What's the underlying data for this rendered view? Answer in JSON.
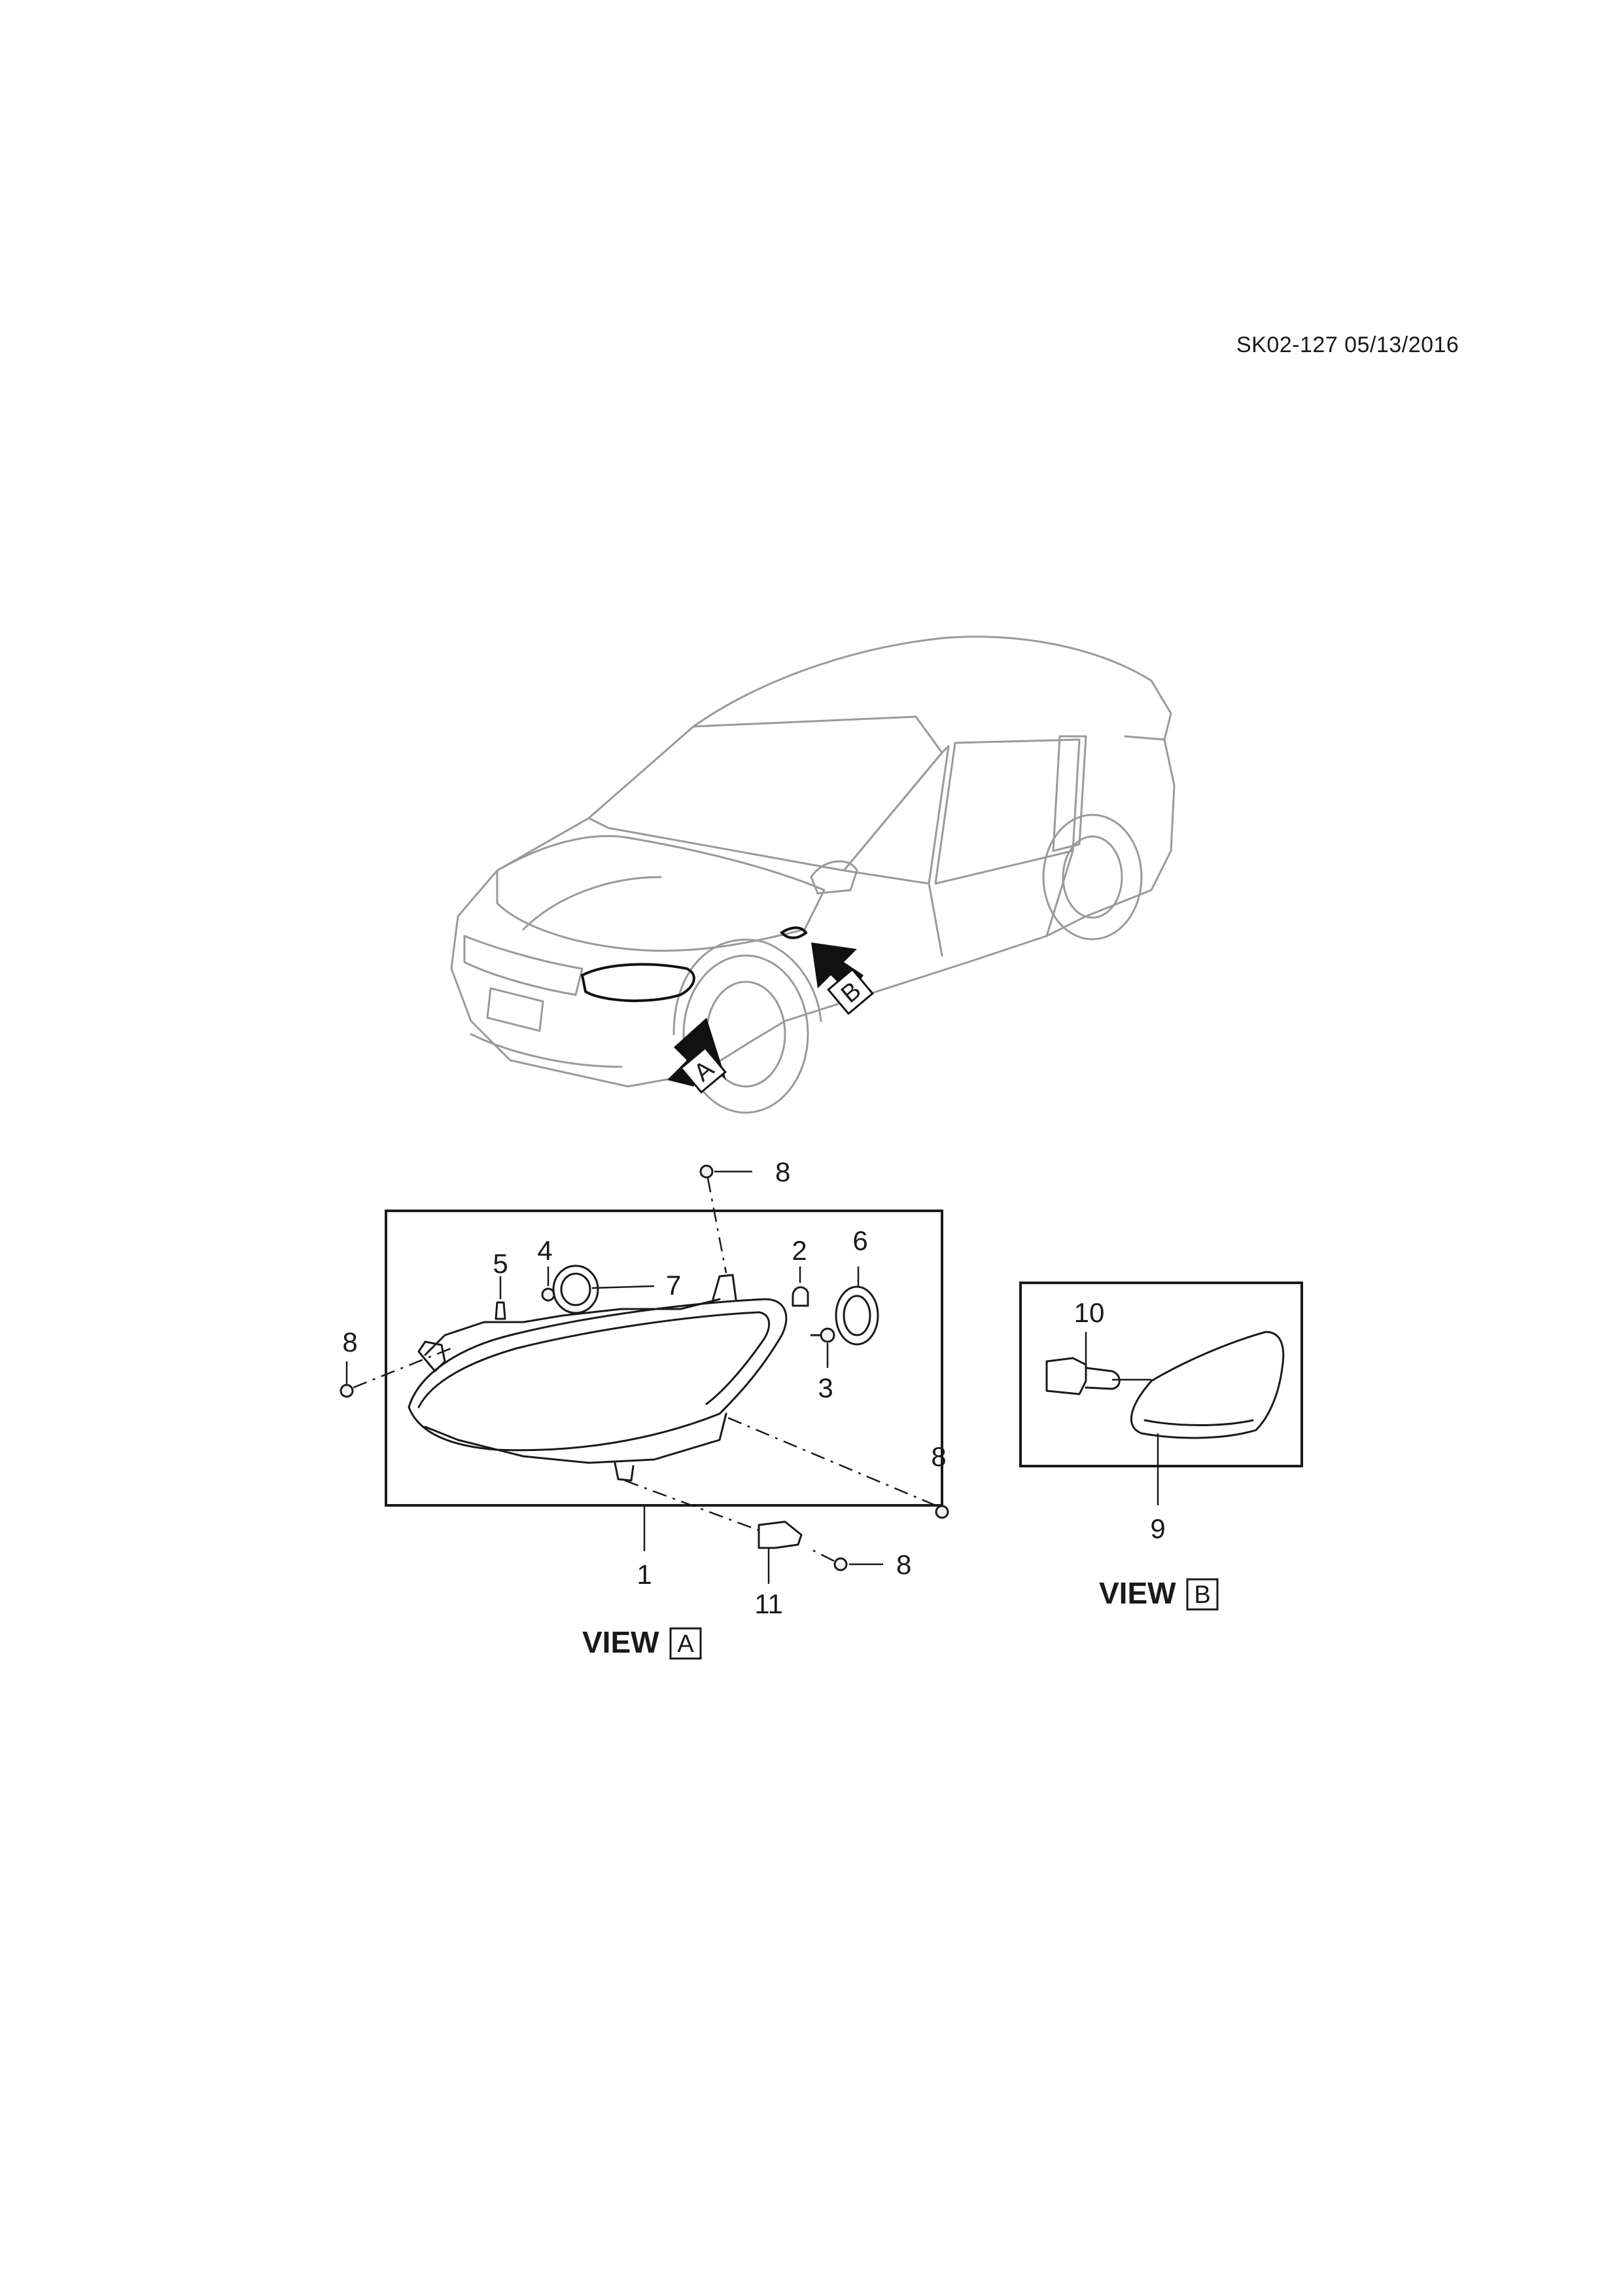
{
  "header": {
    "drawing_ref": "SK02-127 05/13/2016"
  },
  "overview": {
    "arrow_a_letter": "A",
    "arrow_b_letter": "B"
  },
  "view_a": {
    "label": "VIEW",
    "letter": "A",
    "callouts": {
      "c1": "1",
      "c2": "2",
      "c3": "3",
      "c4": "4",
      "c5": "5",
      "c6": "6",
      "c7": "7",
      "c8_top": "8",
      "c8_left": "8",
      "c8_right": "8",
      "c8_bottom": "8",
      "c11": "11"
    }
  },
  "view_b": {
    "label": "VIEW",
    "letter": "B",
    "callouts": {
      "c9": "9",
      "c10": "10"
    }
  }
}
